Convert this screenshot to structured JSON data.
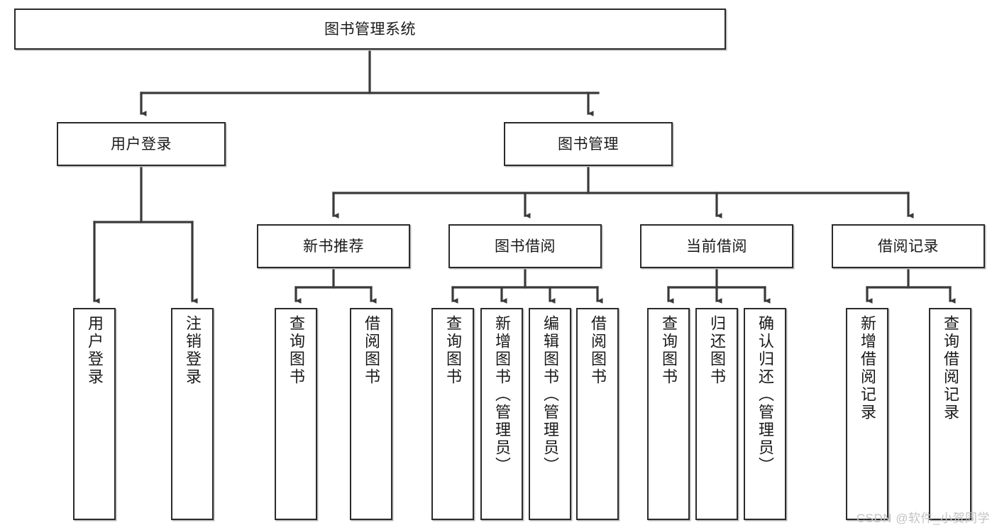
{
  "diagram": {
    "type": "tree-hierarchy-chart",
    "title": "图书管理系统",
    "watermark": "CSDN @软件_小贺同学",
    "colors": {
      "box_border": "#2b2b2b",
      "box_fill": "#ffffff",
      "connector": "#3a3a3a",
      "text": "#1a1a1a",
      "watermark": "#c3c3c3",
      "background": "#ffffff"
    },
    "levels": {
      "root": {
        "label": "图书管理系统"
      },
      "level2": [
        {
          "label": "用户登录"
        },
        {
          "label": "图书管理"
        }
      ],
      "level3": [
        {
          "label": "新书推荐"
        },
        {
          "label": "图书借阅"
        },
        {
          "label": "当前借阅"
        },
        {
          "label": "借阅记录"
        }
      ],
      "leaves": {
        "user_login": [
          {
            "label": "用户登录"
          },
          {
            "label": "注销登录"
          }
        ],
        "new_book_recommend": [
          {
            "label": "查询图书"
          },
          {
            "label": "借阅图书"
          }
        ],
        "book_borrow": [
          {
            "label": "查询图书"
          },
          {
            "label": "新增图书（管理员）"
          },
          {
            "label": "编辑图书（管理员）"
          },
          {
            "label": "借阅图书"
          }
        ],
        "current_borrow": [
          {
            "label": "查询图书"
          },
          {
            "label": "归还图书"
          },
          {
            "label": "确认归还（管理员）"
          }
        ],
        "borrow_record": [
          {
            "label": "新增借阅记录"
          },
          {
            "label": "查询借阅记录"
          }
        ]
      }
    }
  }
}
